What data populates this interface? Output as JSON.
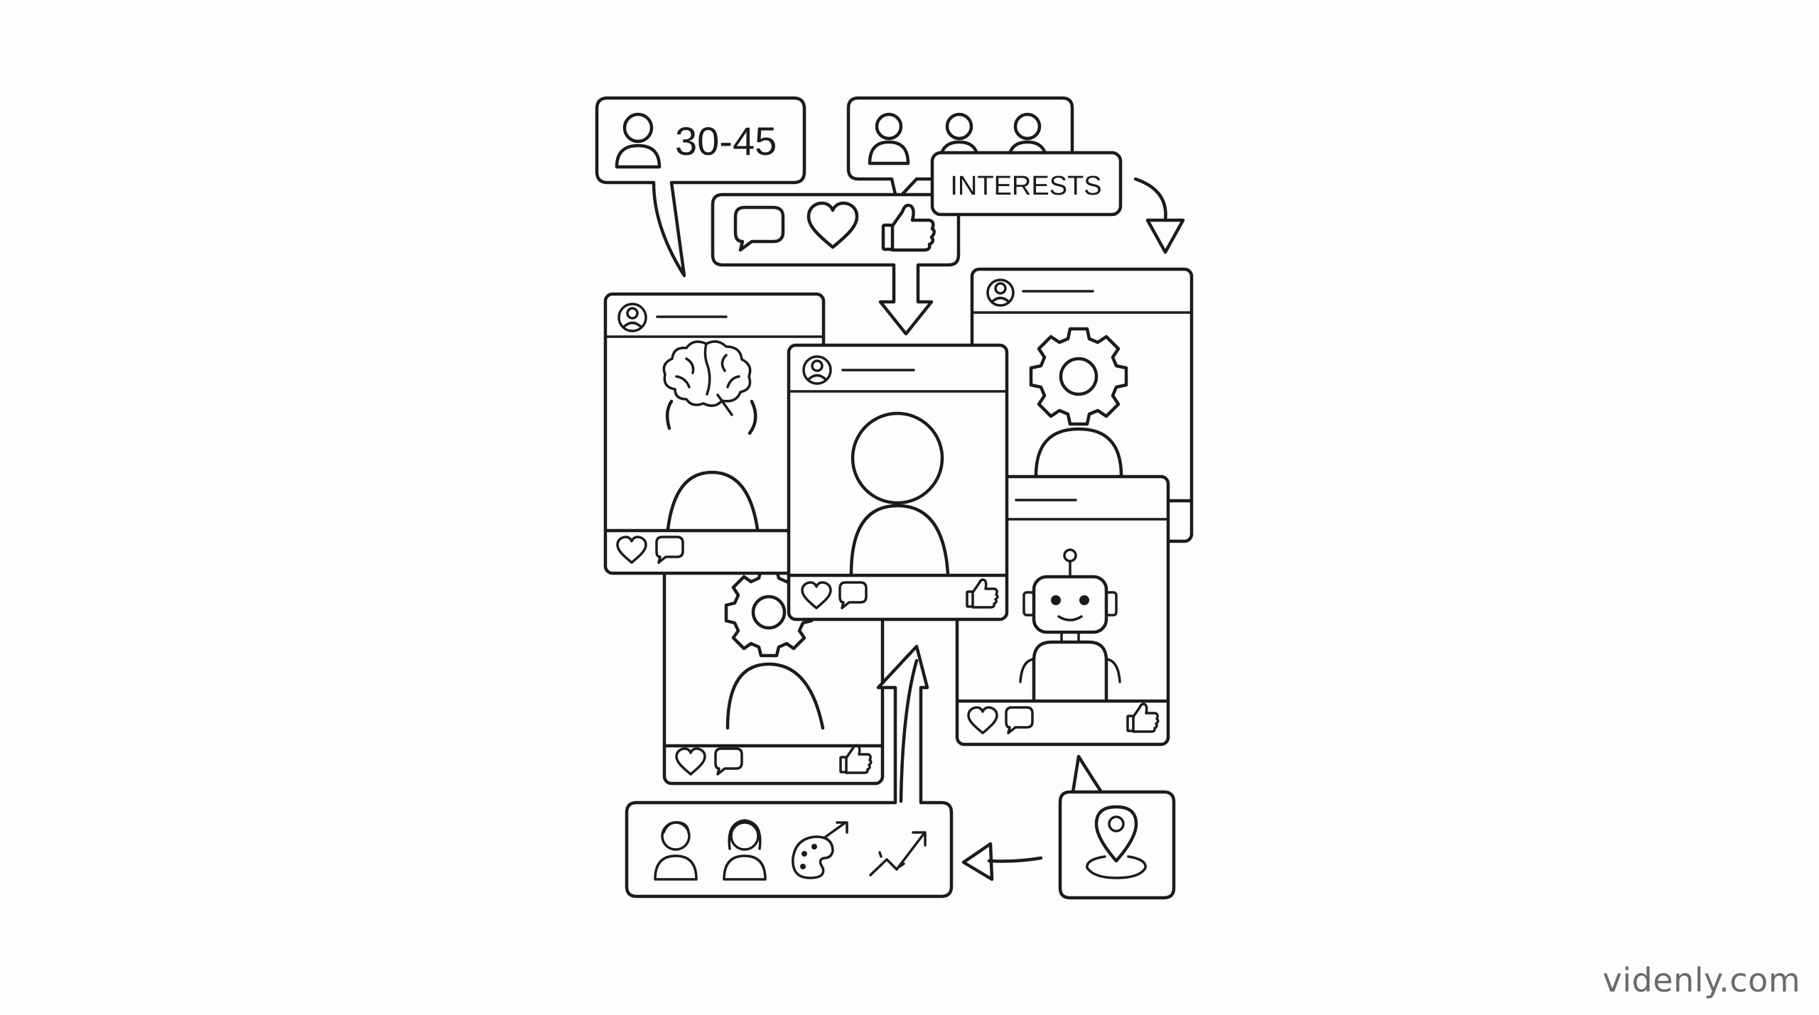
{
  "bubbles": {
    "age_range": "30-45",
    "interests_label": "INTERESTS"
  },
  "watermark": {
    "text": "videnly.com"
  },
  "colors": {
    "ink": "#1b1b1b",
    "background": "#fdfdfd",
    "watermark": "#6a6a6a"
  },
  "icons": [
    "user-icon",
    "users-group-icon",
    "comment-icon",
    "heart-icon",
    "thumbs-up-icon",
    "brain-icon",
    "gear-icon",
    "robot-icon",
    "location-pin-icon",
    "male-person-icon",
    "female-person-icon",
    "palette-icon",
    "gender-icon",
    "trend-up-icon"
  ]
}
